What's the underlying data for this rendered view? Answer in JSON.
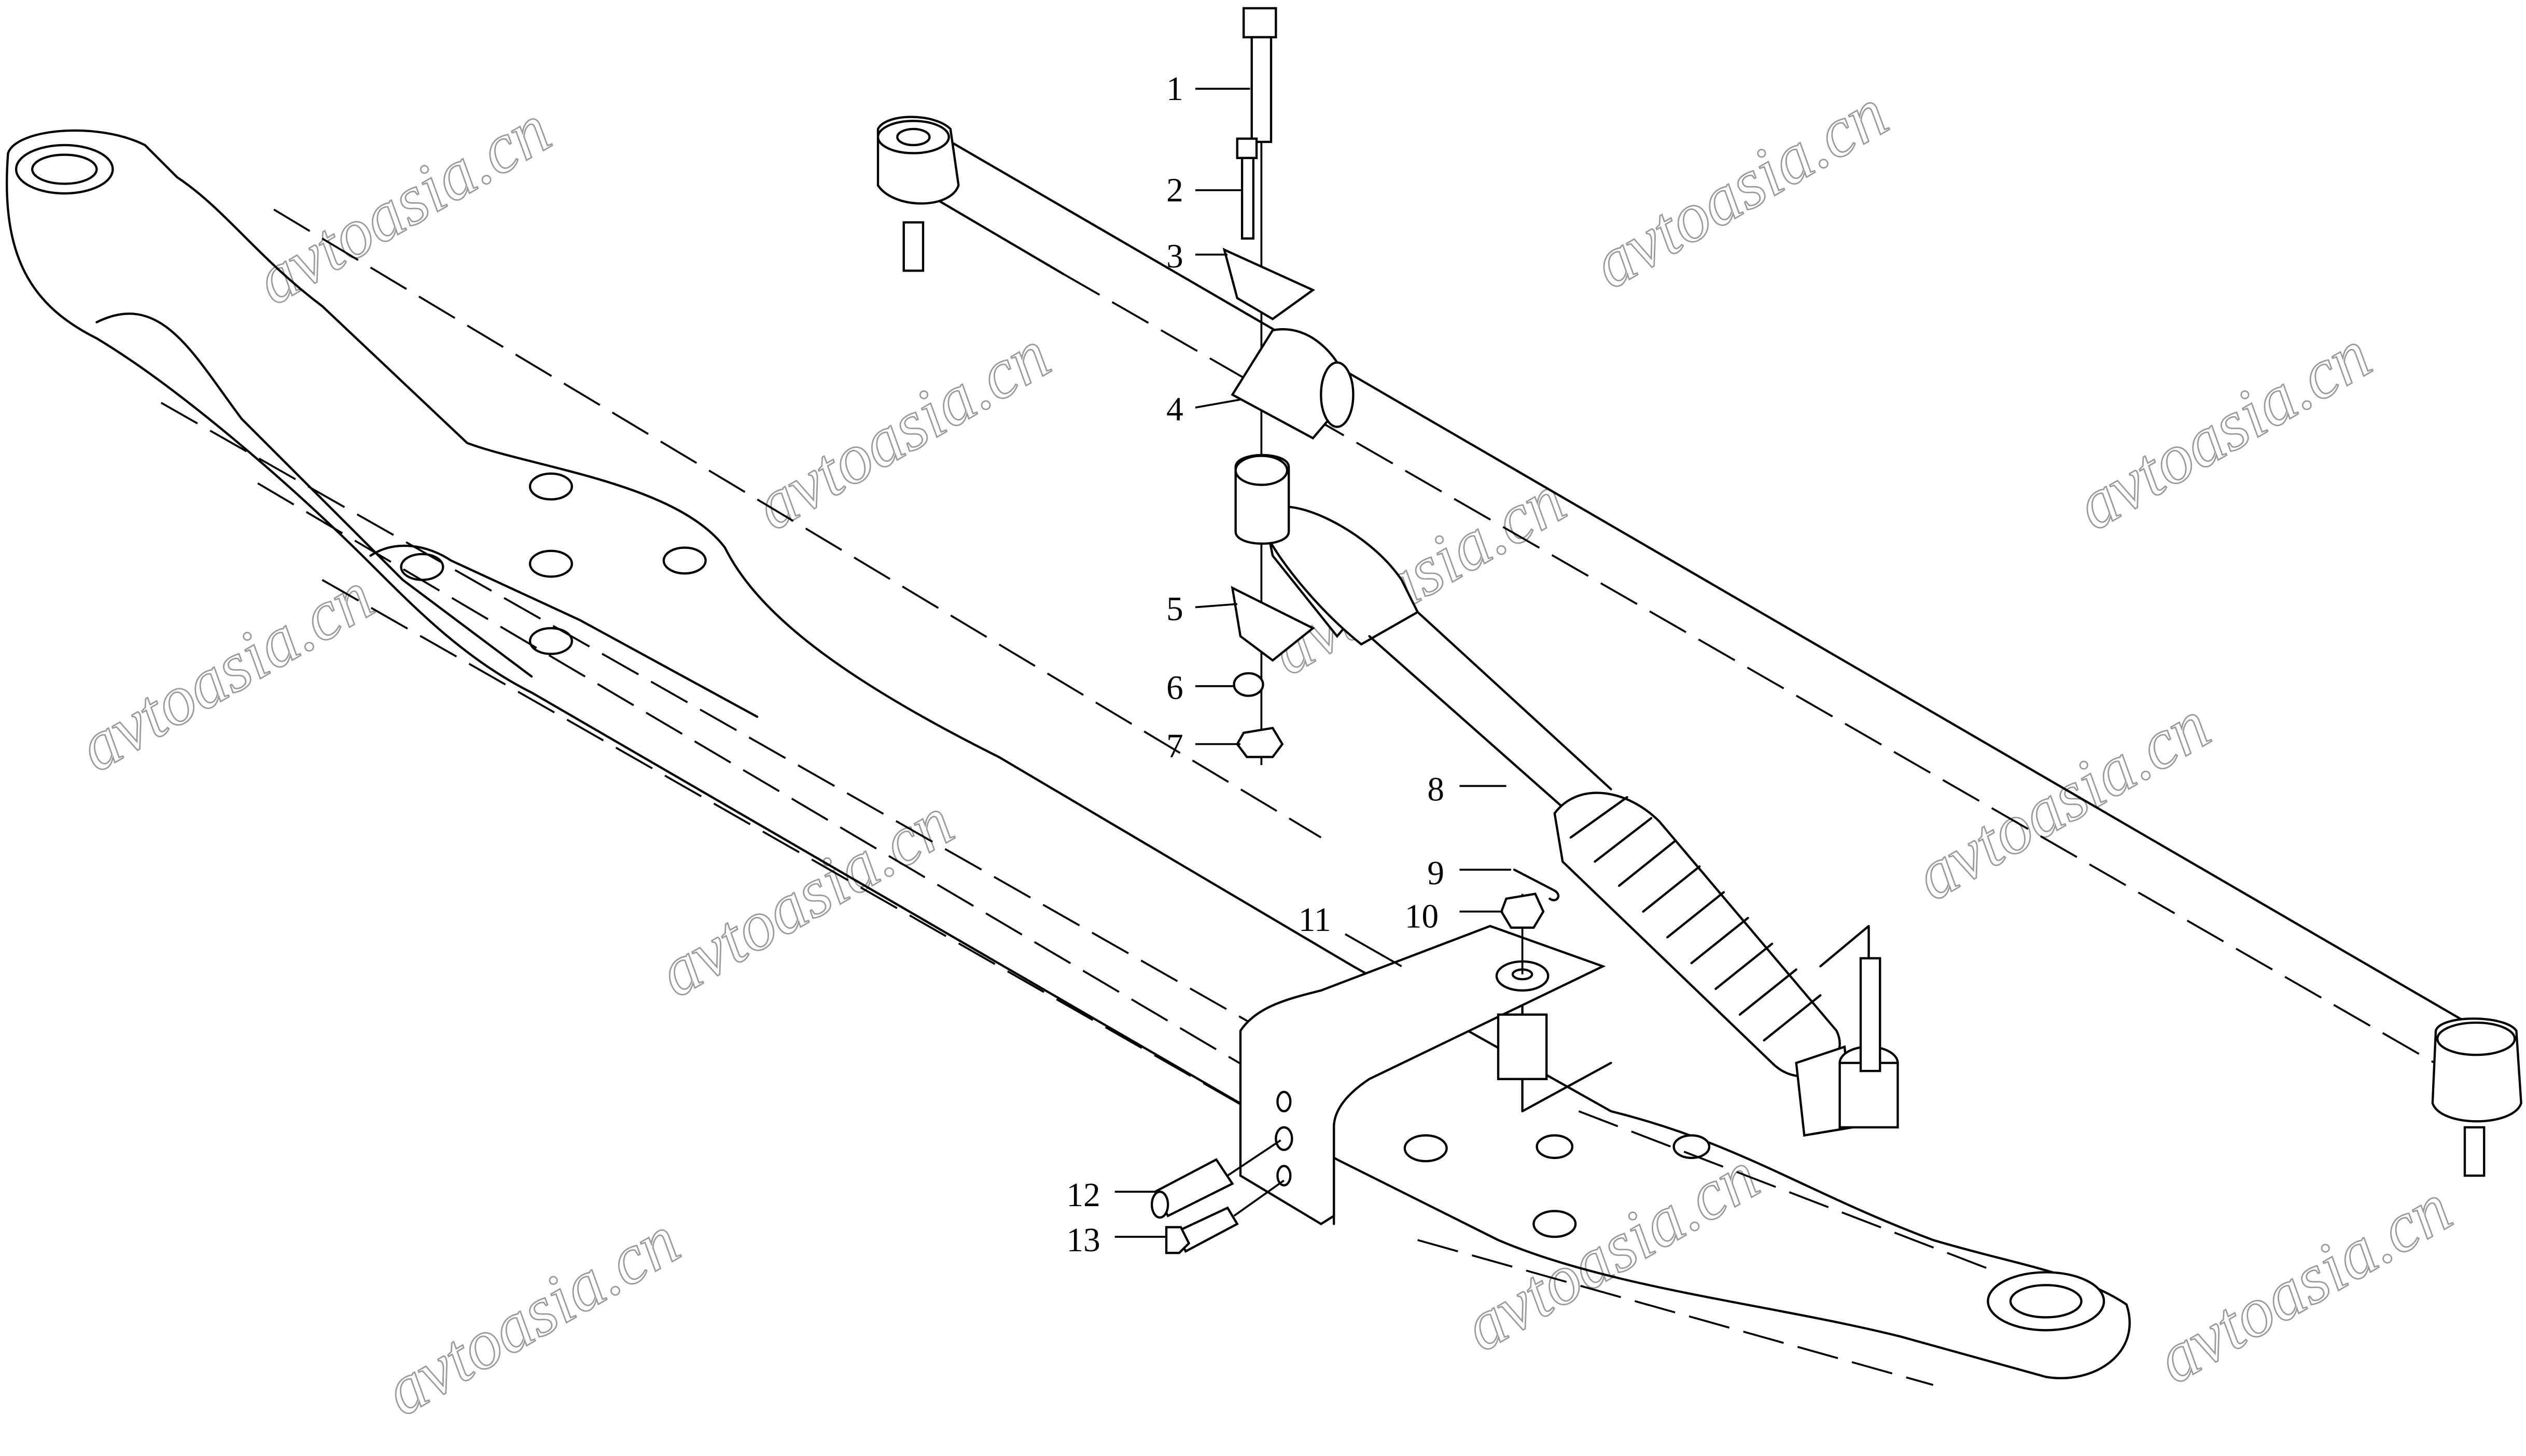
{
  "diagram": {
    "title": "Front axle steering tie rod and damper assembly",
    "callouts": [
      "1",
      "2",
      "3",
      "4",
      "5",
      "6",
      "7",
      "8",
      "9",
      "10",
      "11",
      "12",
      "13"
    ]
  },
  "watermark": {
    "text": "avtoasia.cn"
  }
}
